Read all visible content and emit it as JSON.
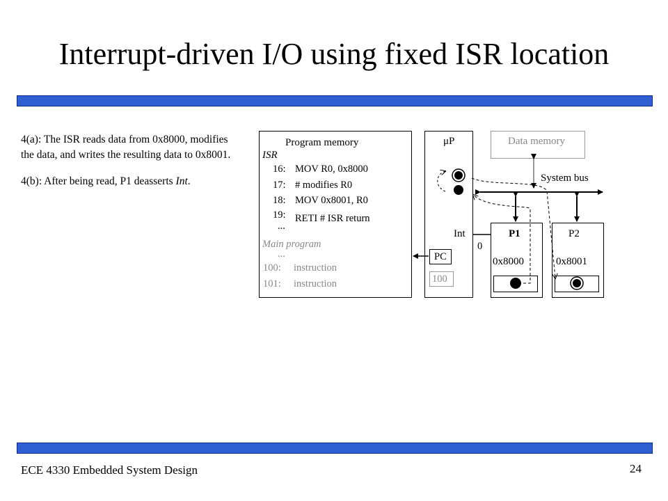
{
  "slide": {
    "title": "Interrupt-driven I/O using fixed ISR location",
    "footer": "ECE 4330 Embedded System Design",
    "page_number": "24"
  },
  "notes": {
    "step_a_prefix": "4(a): The ISR reads data from 0x8000, modifies the data, and writes the resulting data to 0x8001.",
    "step_b_prefix": "4(b): After being read, P1 deasserts ",
    "step_b_emph": "Int",
    "step_b_suffix": "."
  },
  "program_memory": {
    "title": "Program memory",
    "isr_label": "ISR",
    "isr_lines": [
      {
        "addr": "16:",
        "code": "MOV R0, 0x8000"
      },
      {
        "addr": "17:",
        "code": "# modifies R0"
      },
      {
        "addr": "18:",
        "code": "MOV 0x8001, R0"
      },
      {
        "addr": "19:",
        "code": "RETI  # ISR return"
      }
    ],
    "ellipsis_1": "...",
    "main_label": "Main program",
    "ellipsis_2": "...",
    "main_lines": [
      {
        "addr": "100:",
        "code": "instruction"
      },
      {
        "addr": "101:",
        "code": "instruction"
      }
    ]
  },
  "cpu": {
    "title": "μP",
    "pc_label": "PC",
    "pc_value": "100",
    "int_label": "Int",
    "int_value": "0"
  },
  "data_memory": {
    "title": "Data memory"
  },
  "system_bus": {
    "label": "System bus"
  },
  "p1": {
    "title": "P1",
    "address": "0x8000"
  },
  "p2": {
    "title": "P2",
    "address": "0x8001"
  }
}
